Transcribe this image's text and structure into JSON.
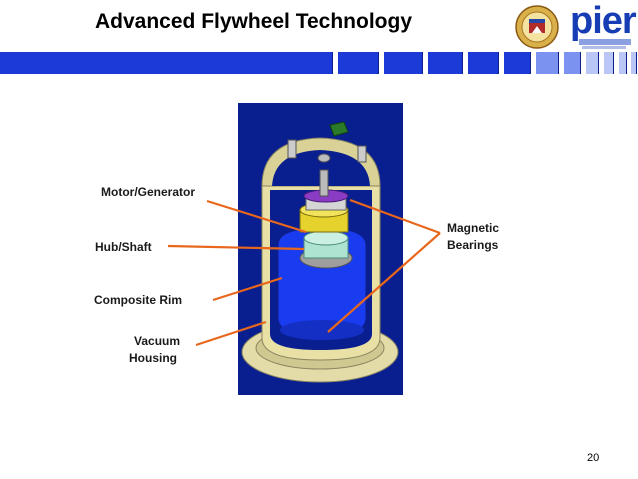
{
  "slide": {
    "title": "Advanced Flywheel Technology",
    "logo_text": "pier",
    "page_number": "20"
  },
  "labels": {
    "motor_generator": "Motor/Generator",
    "hub_shaft": "Hub/Shaft",
    "composite_rim": "Composite Rim",
    "vacuum_housing_1": "Vacuum",
    "vacuum_housing_2": "Housing",
    "magnetic_bearings_1": "Magnetic",
    "magnetic_bearings_2": "Bearings"
  },
  "colors": {
    "header_bar": "#1c3ad8",
    "leader_line": "#e8671c",
    "panel_background": "#0a1f8f",
    "rotor": "#1a3cf0",
    "housing": "#e9e0a6"
  }
}
